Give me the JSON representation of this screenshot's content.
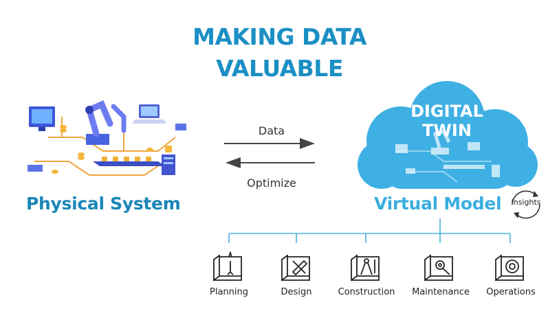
{
  "title": {
    "line1": "MAKING DATA",
    "line2": "VALUABLE"
  },
  "flows": {
    "forward_label": "Data",
    "backward_label": "Optimize"
  },
  "physical": {
    "label": "Physical System"
  },
  "twin": {
    "line1": "DIGITAL",
    "line2": "TWIN"
  },
  "virtual": {
    "label": "Virtual Model",
    "badge": "Insights"
  },
  "stages": [
    {
      "label": "Planning",
      "icon": "planning-icon"
    },
    {
      "label": "Design",
      "icon": "design-icon"
    },
    {
      "label": "Construction",
      "icon": "construction-icon"
    },
    {
      "label": "Maintenance",
      "icon": "maintenance-icon"
    },
    {
      "label": "Operations",
      "icon": "operations-icon"
    }
  ],
  "colors": {
    "title": "#1b8fc4",
    "physical_label": "#1a86b8",
    "virtual_label": "#3aaee0",
    "cloud": "#3fb0e4",
    "tree_lines": "#4ab0de",
    "arrows": "#444444"
  }
}
